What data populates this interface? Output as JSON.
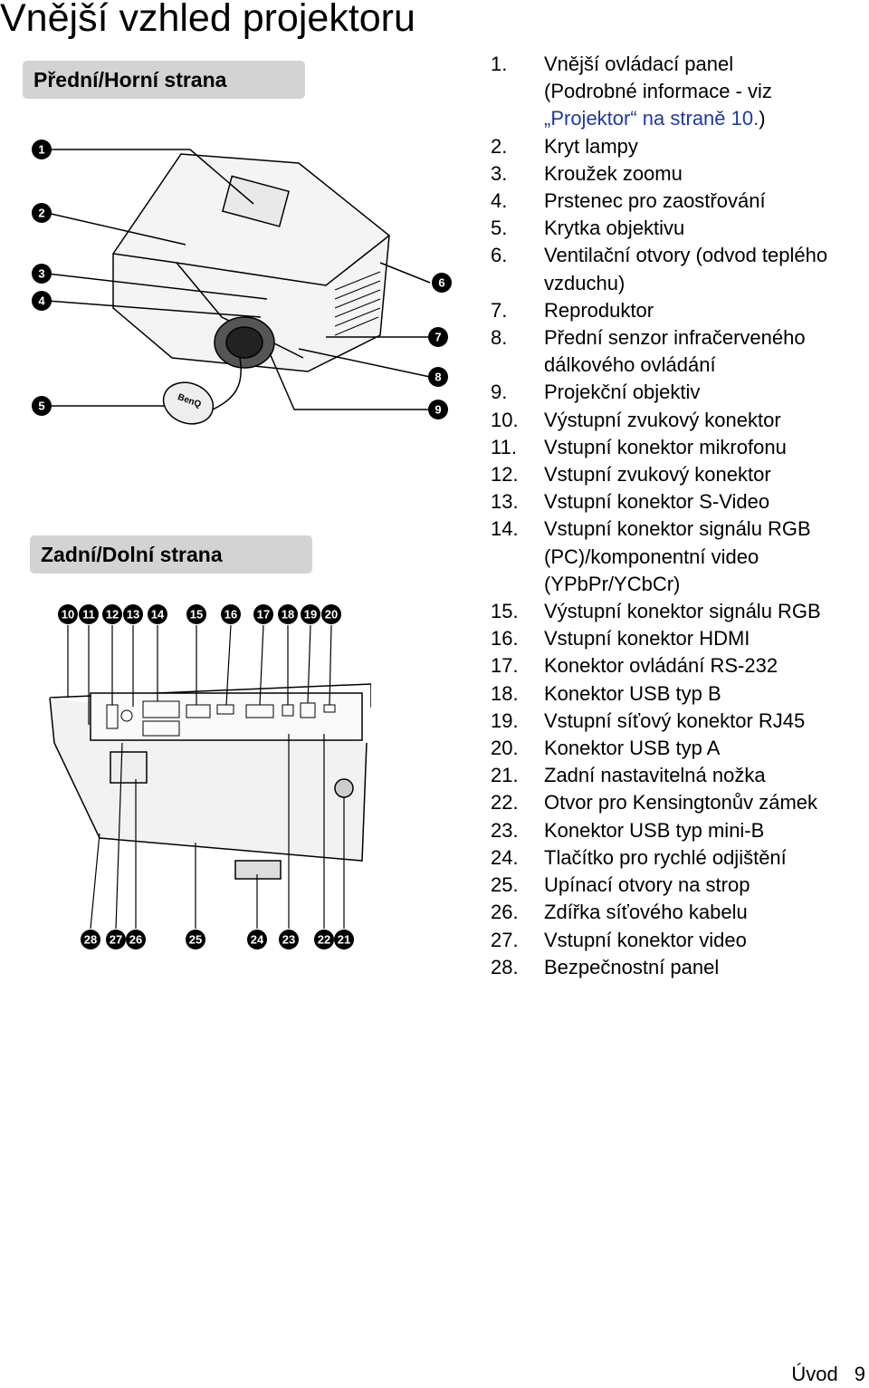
{
  "page": {
    "title": "Vnější vzhled projektoru",
    "footer_section": "Úvod",
    "footer_page": "9"
  },
  "sections": {
    "front": "Přední/Horní strana",
    "rear": "Zadní/Dolní strana"
  },
  "parts": [
    {
      "num": "1.",
      "text": "Vnější ovládací panel",
      "lines": [
        "(Podrobné informace - viz ",
        "„Projektor“ na straně 10.",
        ")"
      ]
    },
    {
      "num": "2.",
      "text": "Kryt lampy"
    },
    {
      "num": "3.",
      "text": "Kroužek zoomu"
    },
    {
      "num": "4.",
      "text": "Prstenec pro zaostřování"
    },
    {
      "num": "5.",
      "text": "Krytka objektivu"
    },
    {
      "num": "6.",
      "text": "Ventilační otvory (odvod teplého vzduchu)"
    },
    {
      "num": "7.",
      "text": "Reproduktor"
    },
    {
      "num": "8.",
      "text": "Přední senzor infračerveného dálkového ovládání"
    },
    {
      "num": "9.",
      "text": "Projekční objektiv"
    },
    {
      "num": "10.",
      "text": "Výstupní zvukový konektor"
    },
    {
      "num": "11.",
      "text": "Vstupní konektor mikrofonu"
    },
    {
      "num": "12.",
      "text": "Vstupní zvukový konektor"
    },
    {
      "num": "13.",
      "text": "Vstupní konektor S-Video"
    },
    {
      "num": "14.",
      "text": "Vstupní konektor signálu RGB (PC)/komponentní video (YPbPr/YCbCr)"
    },
    {
      "num": "15.",
      "text": "Výstupní konektor signálu RGB"
    },
    {
      "num": "16.",
      "text": "Vstupní konektor HDMI"
    },
    {
      "num": "17.",
      "text": "Konektor ovládání RS-232"
    },
    {
      "num": "18.",
      "text": "Konektor USB typ B"
    },
    {
      "num": "19.",
      "text": "Vstupní síťový konektor RJ45"
    },
    {
      "num": "20.",
      "text": "Konektor USB typ A"
    },
    {
      "num": "21.",
      "text": "Zadní nastavitelná nožka"
    },
    {
      "num": "22.",
      "text": "Otvor pro Kensingtonův zámek"
    },
    {
      "num": "23.",
      "text": "Konektor USB typ mini-B"
    },
    {
      "num": "24.",
      "text": "Tlačítko pro rychlé odjištění"
    },
    {
      "num": "25.",
      "text": "Upínací otvory na strop"
    },
    {
      "num": "26.",
      "text": "Zdířka síťového kabelu"
    },
    {
      "num": "27.",
      "text": "Vstupní konektor video"
    },
    {
      "num": "28.",
      "text": "Bezpečnostní panel"
    }
  ],
  "callouts_front": [
    "1",
    "2",
    "3",
    "4",
    "5",
    "6",
    "7",
    "8",
    "9"
  ],
  "callouts_rear_top": [
    "10",
    "11",
    "12",
    "13",
    "14",
    "15",
    "16",
    "17",
    "18",
    "19",
    "20"
  ],
  "callouts_rear_bottom": [
    "28",
    "27",
    "26",
    "25",
    "24",
    "23",
    "22",
    "21"
  ],
  "lens_cap_brand": "BenQ"
}
